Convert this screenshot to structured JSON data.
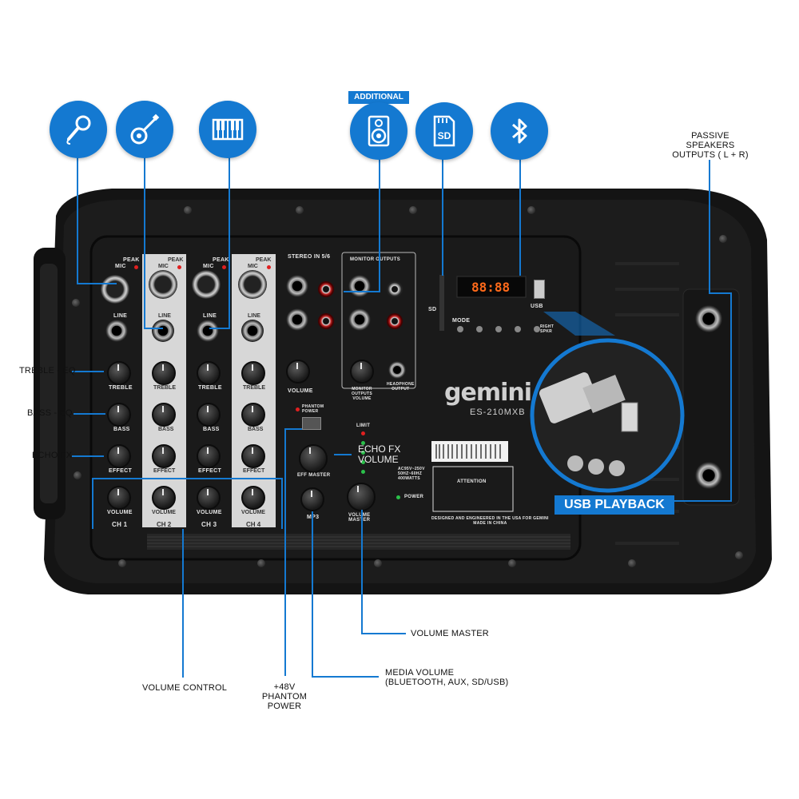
{
  "colors": {
    "accent": "#1479d1",
    "panel": "#1b1b1b",
    "shell": "#121212"
  },
  "top_icons": [
    {
      "icon": "microphone-icon"
    },
    {
      "icon": "guitar-icon"
    },
    {
      "icon": "keyboard-icon"
    },
    {
      "icon": "speaker-icon",
      "badge": "ADDITIONAL"
    },
    {
      "icon": "sd-card-icon",
      "text": "SD"
    },
    {
      "icon": "bluetooth-icon"
    }
  ],
  "callouts": {
    "passive_speakers": "PASSIVE\nSPEAKERS\nOUTPUTS ( L + R)",
    "treble_eq": "TREBLE - EQ",
    "bass_eq": "BASS - EQ",
    "echo_fx": "ECHO FX",
    "echo_fx_volume": "ECHO FX\nVOLUME",
    "usb_playback": "USB PLAYBACK",
    "volume_master": "VOLUME MASTER",
    "media_volume": "MEDIA VOLUME\n(BLUETOOTH, AUX, SD/USB)",
    "phantom_power": "+48V\nPHANTOM\nPOWER",
    "volume_control": "VOLUME CONTROL"
  },
  "panel": {
    "brand": "gemini",
    "model": "ES-210MXB",
    "stereo_in": "STEREO IN 5/6",
    "monitor_outputs": "MONITOR OUTPUTS",
    "peak": "PEAK",
    "mic": "MIC",
    "line": "LINE",
    "treble": "TREBLE",
    "bass": "BASS",
    "effect": "EFFECT",
    "volume": "VOLUME",
    "channels": [
      "CH 1",
      "CH 2",
      "CH 3",
      "CH 4"
    ],
    "phantom": "PHANTOM\nPOWER",
    "eff_master": "EFF MASTER",
    "mp3": "MP3",
    "volume_master": "VOLUME\nMASTER",
    "limit": "LIMIT",
    "power": "POWER",
    "mode": "MODE",
    "sd": "SD",
    "usb": "USB",
    "display": "88:88",
    "designed": "DESIGNED AND ENGINEERED IN THE USA FOR GEMINI\nMADE IN CHINA",
    "attention": "ATTENTION",
    "rating": "AC95V~250V\n50HZ~60HZ\n400WATTS",
    "monitor_volume": "MONITOR\nOUTPUTS\nVOLUME",
    "headphone": "HEADPHONE\nOUTPUT",
    "right_spkr": "RIGHT\nSPKR"
  }
}
